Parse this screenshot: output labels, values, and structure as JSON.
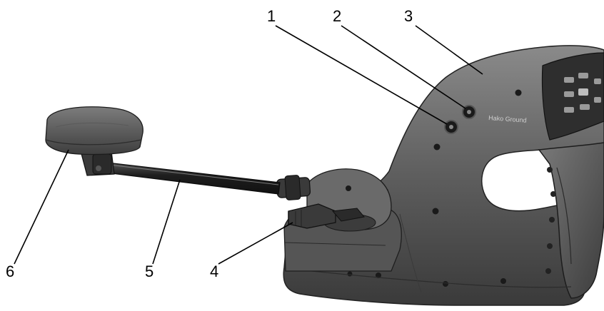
{
  "callouts": {
    "c1": "1",
    "c2": "2",
    "c3": "3",
    "c4": "4",
    "c5": "5",
    "c6": "6"
  },
  "device_label": "Hako Ground",
  "colors": {
    "body_dark": "#4a4a4a",
    "body_mid": "#6b6b6b",
    "body_light": "#8c8c8c",
    "tube": "#2a2a2a",
    "panel": "#3a3a3a",
    "leader": "#000000"
  }
}
